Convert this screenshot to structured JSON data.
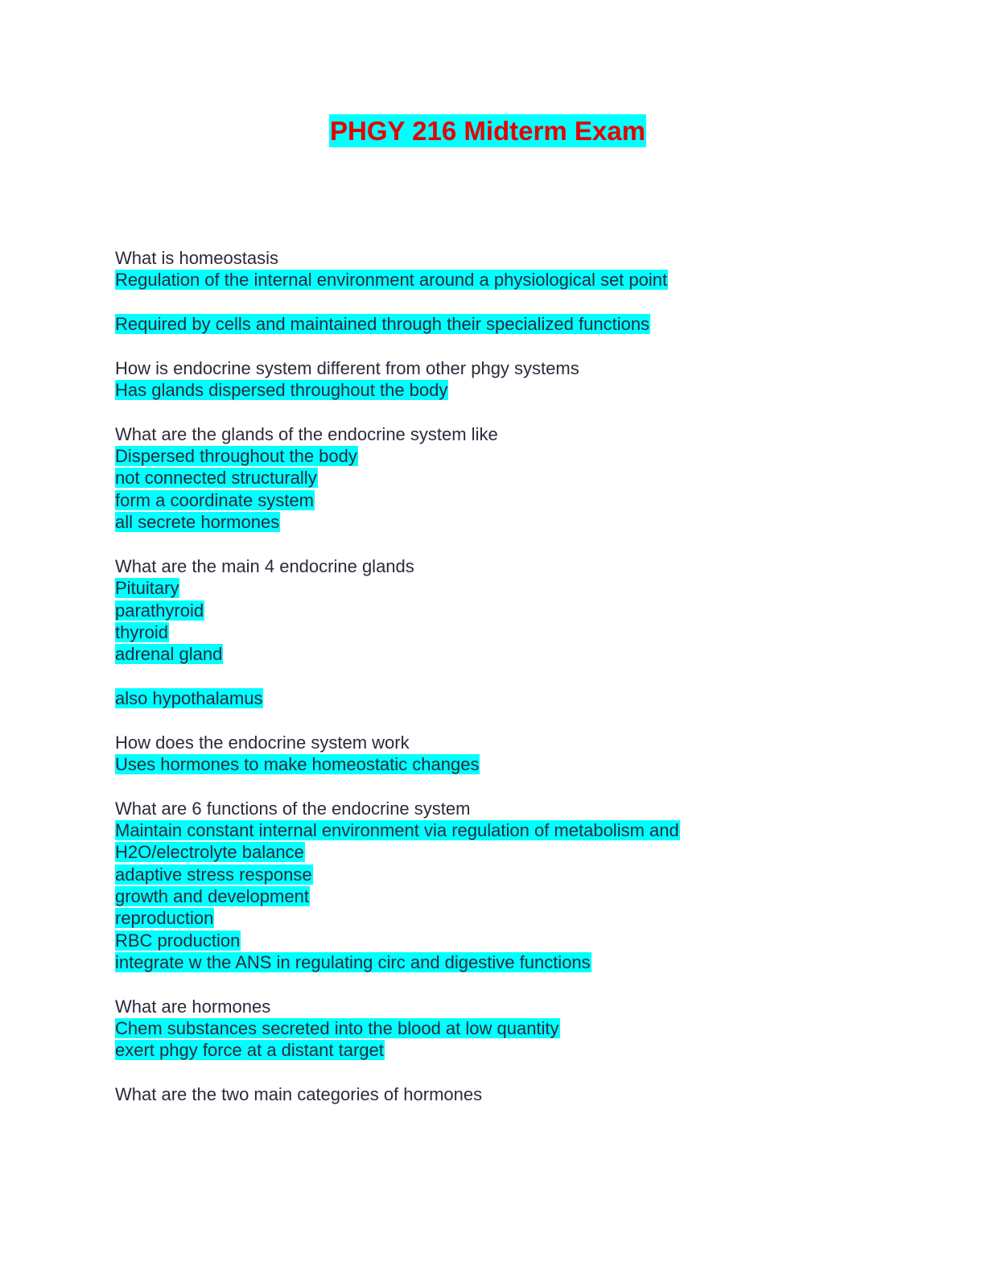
{
  "title": "PHGY 216 Midterm Exam",
  "highlight_color": "#00ffff",
  "title_color": "#e60000",
  "lines": [
    {
      "text": "What is homeostasis",
      "hl": false
    },
    {
      "text": "Regulation of the internal environment around a physiological set point",
      "hl": true
    },
    {
      "text": "",
      "hl": false
    },
    {
      "text": "Required by cells and maintained through their specialized functions",
      "hl": true
    },
    {
      "text": "",
      "hl": false
    },
    {
      "text": "How is endocrine system different from other phgy systems",
      "hl": false
    },
    {
      "text": "Has glands dispersed throughout the body",
      "hl": true
    },
    {
      "text": "",
      "hl": false
    },
    {
      "text": "What are the glands of the endocrine system like",
      "hl": false
    },
    {
      "text": "Dispersed throughout the body",
      "hl": true
    },
    {
      "text": "not connected structurally",
      "hl": true
    },
    {
      "text": "form a coordinate system",
      "hl": true
    },
    {
      "text": "all secrete hormones",
      "hl": true
    },
    {
      "text": "",
      "hl": false
    },
    {
      "text": "What are the main 4 endocrine glands",
      "hl": false
    },
    {
      "text": "Pituitary",
      "hl": true
    },
    {
      "text": "parathyroid",
      "hl": true
    },
    {
      "text": "thyroid",
      "hl": true
    },
    {
      "text": "adrenal gland",
      "hl": true
    },
    {
      "text": "",
      "hl": false
    },
    {
      "text": "also hypothalamus",
      "hl": true
    },
    {
      "text": "",
      "hl": false
    },
    {
      "text": "How does the endocrine system work",
      "hl": false
    },
    {
      "text": "Uses hormones to make homeostatic changes",
      "hl": true
    },
    {
      "text": "",
      "hl": false
    },
    {
      "text": "What are 6 functions of the endocrine system",
      "hl": false
    },
    {
      "text": "Maintain constant internal environment via regulation of metabolism and",
      "hl": true
    },
    {
      "text": "H2O/electrolyte balance",
      "hl": true
    },
    {
      "text": "adaptive stress response",
      "hl": true
    },
    {
      "text": "growth and development",
      "hl": true
    },
    {
      "text": "reproduction",
      "hl": true
    },
    {
      "text": "RBC production",
      "hl": true
    },
    {
      "text": "integrate w the ANS in regulating circ and digestive functions",
      "hl": true
    },
    {
      "text": "",
      "hl": false
    },
    {
      "text": "What are hormones",
      "hl": false
    },
    {
      "text": "Chem substances secreted into the blood at low quantity",
      "hl": true
    },
    {
      "text": "exert phgy force at a distant target",
      "hl": true
    },
    {
      "text": "",
      "hl": false
    },
    {
      "text": "What are the two main categories of hormones",
      "hl": false
    }
  ]
}
